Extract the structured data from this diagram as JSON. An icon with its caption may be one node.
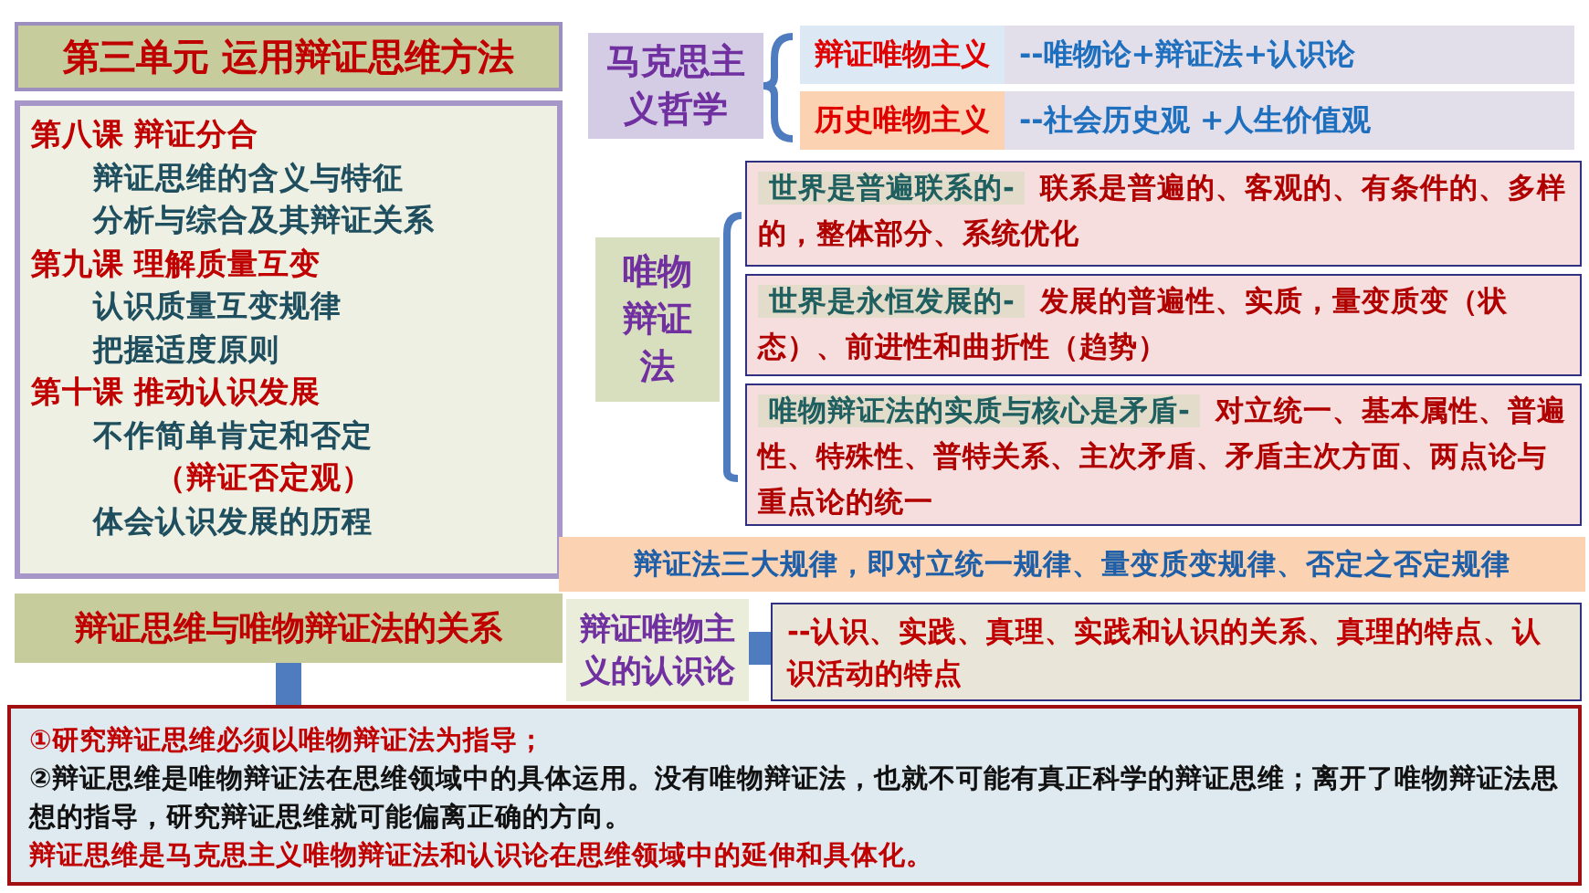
{
  "diagram": {
    "nodes": [
      {
        "text": [
          "第三单元 运用辩证思维方法"
        ]
      },
      {
        "text": [
          "第八课 辩证分合",
          "辩证思维的含义与特征",
          "分析与综合及其辩证关系",
          "第九课 理解质量互变",
          "认识质量互变规律",
          "把握适度原则",
          "第十课 推动认识发展",
          "不作简单肯定和否定",
          "（辩证否定观）",
          "体会认识发展的历程"
        ]
      },
      {
        "text": [
          "辩证思维与唯物辩证法的关系"
        ]
      },
      {
        "text": [
          "①研究辩证思维必须以唯物辩证法为指导；",
          "②辩证思维是唯物辩证法在思维领域中的具体运用。没有唯物辩证法，也就不可能有真正科学的辩证思维；离开了唯物辩证法思想的指导，研究辩证思维就可能偏离正确的方向。",
          "辩证思维是马克思主义唯物辩证法和认识论在思维领域中的延伸和具体化。"
        ]
      },
      {
        "text": [
          "马克思主义哲学"
        ]
      },
      {
        "text": [
          "辩证唯物主义",
          "--唯物论+辩证法+认识论"
        ]
      },
      {
        "text": [
          "历史唯物主义",
          "--社会历史观 +人生价值观"
        ]
      },
      {
        "text": [
          "唯物辩证法"
        ]
      },
      {
        "text": [
          "世界是普遍联系的-",
          "联系是普遍的、客观的、有条件的、多样的，整体部分、系统优化"
        ]
      },
      {
        "text": [
          "世界是永恒发展的-",
          "发展的普遍性、实质，量变质变（状态）、前进性和曲折性（趋势）"
        ]
      },
      {
        "text": [
          "唯物辩证法的实质与核心是矛盾-",
          "对立统一、基本属性、普遍性、特殊性、普特关系、主次矛盾、矛盾主次方面、两点论与重点论的统一"
        ]
      },
      {
        "text": [
          "辩证法三大规律，即对立统一规律、量变质变规律、否定之否定规律"
        ]
      },
      {
        "text": [
          "辩证唯物主义的认识论"
        ]
      },
      {
        "text": [
          "--认识、实践、真理、实践和认识的关系、真理的特点、认识活动的特点"
        ]
      }
    ],
    "edges": [
      {
        "from": 2,
        "to": 3,
        "arrow": "none"
      }
    ]
  }
}
